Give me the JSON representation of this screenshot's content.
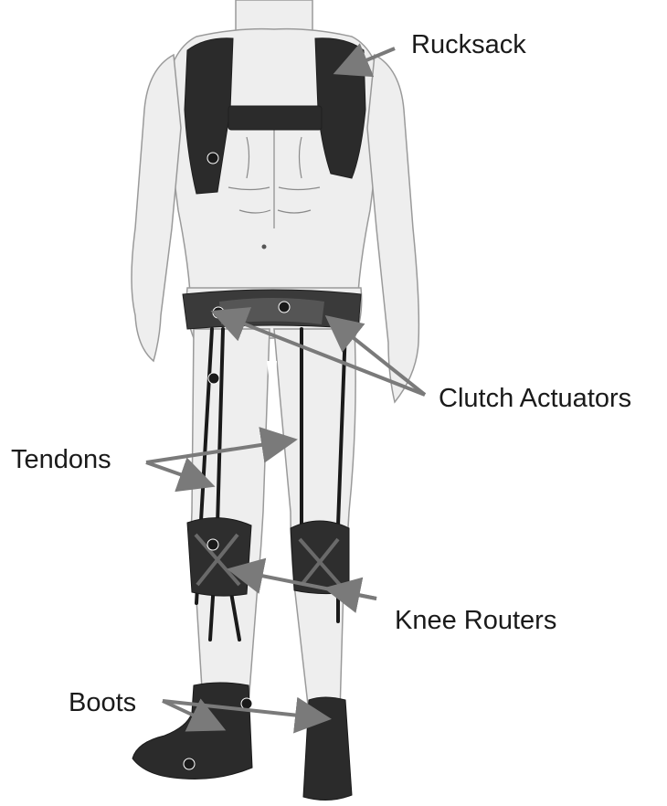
{
  "labels": {
    "rucksack": "Rucksack",
    "clutch_actuators": "Clutch Actuators",
    "tendons": "Tendons",
    "knee_routers": "Knee Routers",
    "boots": "Boots"
  },
  "colors": {
    "skin": "#eeeeee",
    "outline": "#9a9a9a",
    "harness": "#2b2b2b",
    "arrow": "#7a7a7a",
    "text": "#1a1a1a"
  }
}
